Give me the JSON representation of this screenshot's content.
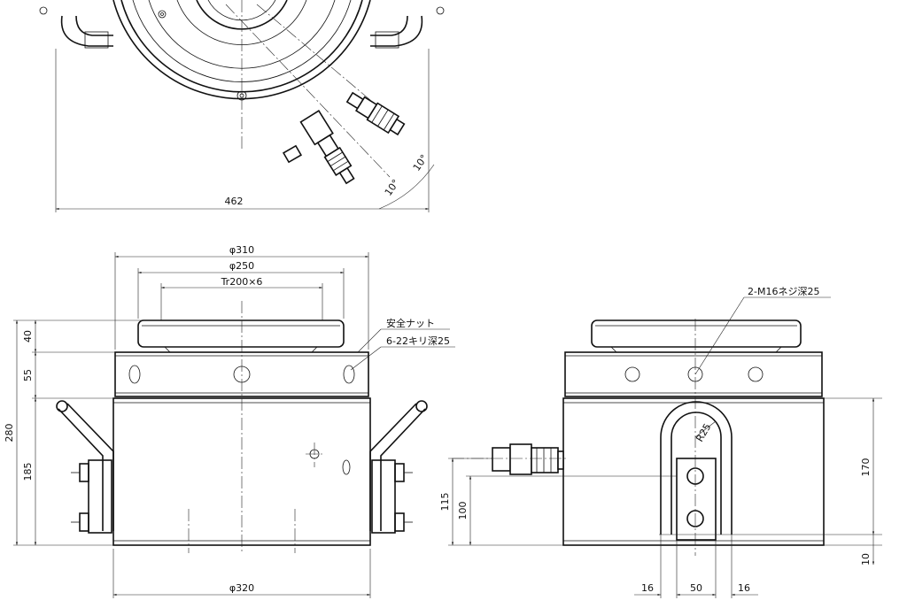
{
  "top_view": {
    "width_dim": "462",
    "angle_dim_1": "10°",
    "angle_dim_2": "10°"
  },
  "front_view": {
    "dia_top": "φ310",
    "dia_mid": "φ250",
    "thread": "Tr200×6",
    "dia_base": "φ320",
    "h_nut": "40",
    "h_ring": "55",
    "h_body": "185",
    "h_total": "280",
    "label_safety_nut": "安全ナット",
    "label_tap": "6-22キリ深25"
  },
  "side_view": {
    "label_tap": "2-M16ネジ深25",
    "radius": "R25",
    "h_170": "170",
    "h_10": "10",
    "h_115": "115",
    "h_100": "100",
    "w_left": "16",
    "w_mid": "50",
    "w_right": "16"
  }
}
